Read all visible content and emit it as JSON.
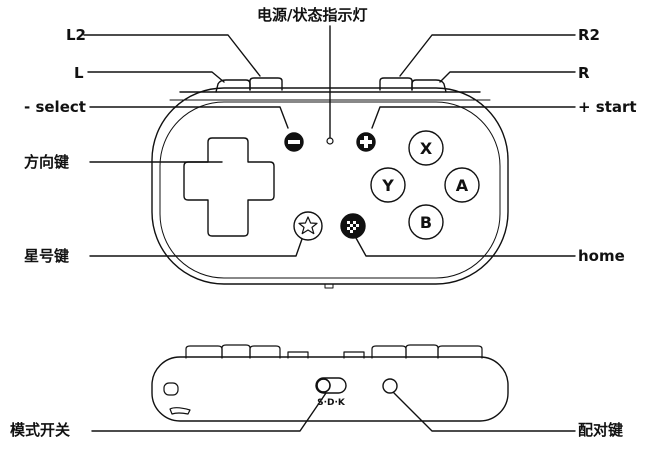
{
  "labels": {
    "power_indicator": "电源/状态指示灯",
    "l2": "L2",
    "l": "L",
    "select": "- select",
    "dpad": "方向键",
    "star": "星号键",
    "r2": "R2",
    "r": "R",
    "start": "+ start",
    "home": "home",
    "mode_switch": "模式开关",
    "pair": "配对键"
  },
  "buttons": {
    "x": "X",
    "y": "Y",
    "a": "A",
    "b": "B"
  },
  "switch_positions": "S·D·K",
  "colors": {
    "line": "#111111",
    "fill": "#ffffff"
  }
}
